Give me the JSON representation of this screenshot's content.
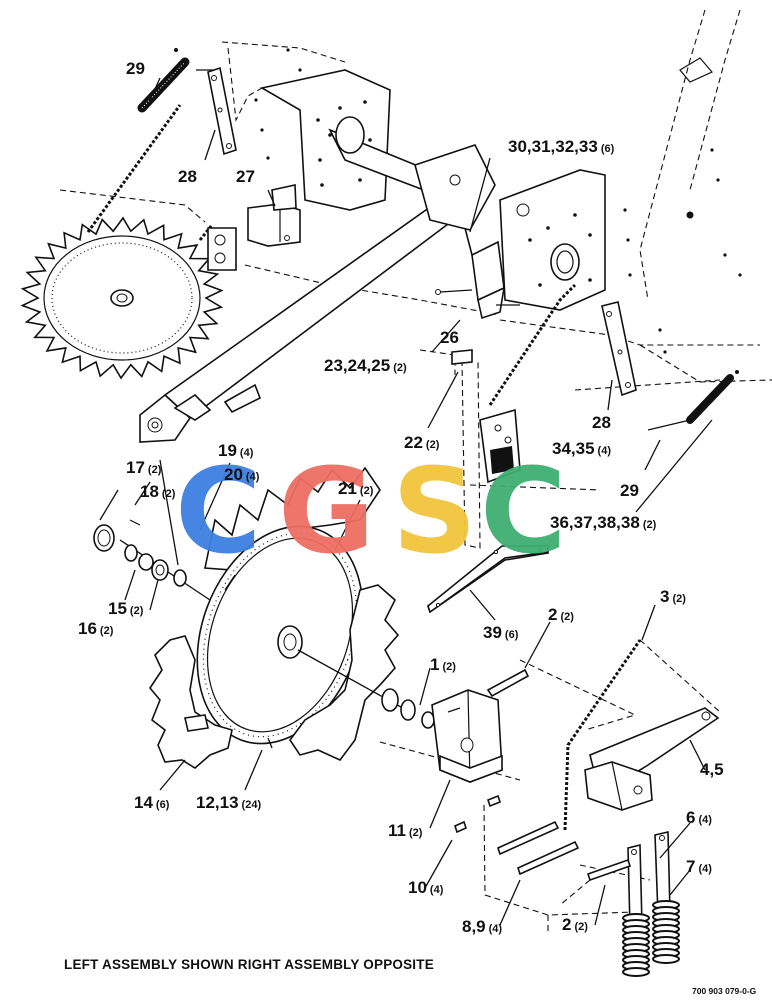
{
  "callouts": {
    "c29_top": {
      "num": "29",
      "qty": ""
    },
    "c28_top": {
      "num": "28",
      "qty": ""
    },
    "c27": {
      "num": "27",
      "qty": ""
    },
    "c30": {
      "num": "30,31,32,33",
      "qty": "(6)"
    },
    "c26": {
      "num": "26",
      "qty": ""
    },
    "c23": {
      "num": "23,24,25",
      "qty": "(2)"
    },
    "c22": {
      "num": "22",
      "qty": "(2)"
    },
    "c28_right": {
      "num": "28",
      "qty": ""
    },
    "c34": {
      "num": "34,35",
      "qty": "(4)"
    },
    "c29_right": {
      "num": "29",
      "qty": ""
    },
    "c36": {
      "num": "36,37,38,38",
      "qty": "(2)"
    },
    "c19": {
      "num": "19",
      "qty": "(4)"
    },
    "c20": {
      "num": "20",
      "qty": "(4)"
    },
    "c17": {
      "num": "17",
      "qty": "(2)"
    },
    "c18": {
      "num": "18",
      "qty": "(2)"
    },
    "c21": {
      "num": "21",
      "qty": "(2)"
    },
    "c15": {
      "num": "15",
      "qty": "(2)"
    },
    "c16": {
      "num": "16",
      "qty": "(2)"
    },
    "c39": {
      "num": "39",
      "qty": "(6)"
    },
    "c2_top": {
      "num": "2",
      "qty": "(2)"
    },
    "c3": {
      "num": "3",
      "qty": "(2)"
    },
    "c1": {
      "num": "1",
      "qty": "(2)"
    },
    "c45": {
      "num": "4,5",
      "qty": ""
    },
    "c14": {
      "num": "14",
      "qty": "(6)"
    },
    "c12": {
      "num": "12,13",
      "qty": "(24)"
    },
    "c11": {
      "num": "11",
      "qty": "(2)"
    },
    "c6": {
      "num": "6",
      "qty": "(4)"
    },
    "c7": {
      "num": "7",
      "qty": "(4)"
    },
    "c10": {
      "num": "10",
      "qty": "(4)"
    },
    "c89": {
      "num": "8,9",
      "qty": "(4)"
    },
    "c2_bottom": {
      "num": "2",
      "qty": "(2)"
    }
  },
  "footer_note": "LEFT ASSEMBLY SHOWN RIGHT ASSEMBLY OPPOSITE",
  "drawing_number": "700 903 079-0-G",
  "watermark": {
    "letters": [
      "C",
      "G",
      "S",
      "C"
    ],
    "colors": [
      "#3d7fe0",
      "#ee6e63",
      "#f2c53c",
      "#3fae72"
    ]
  }
}
